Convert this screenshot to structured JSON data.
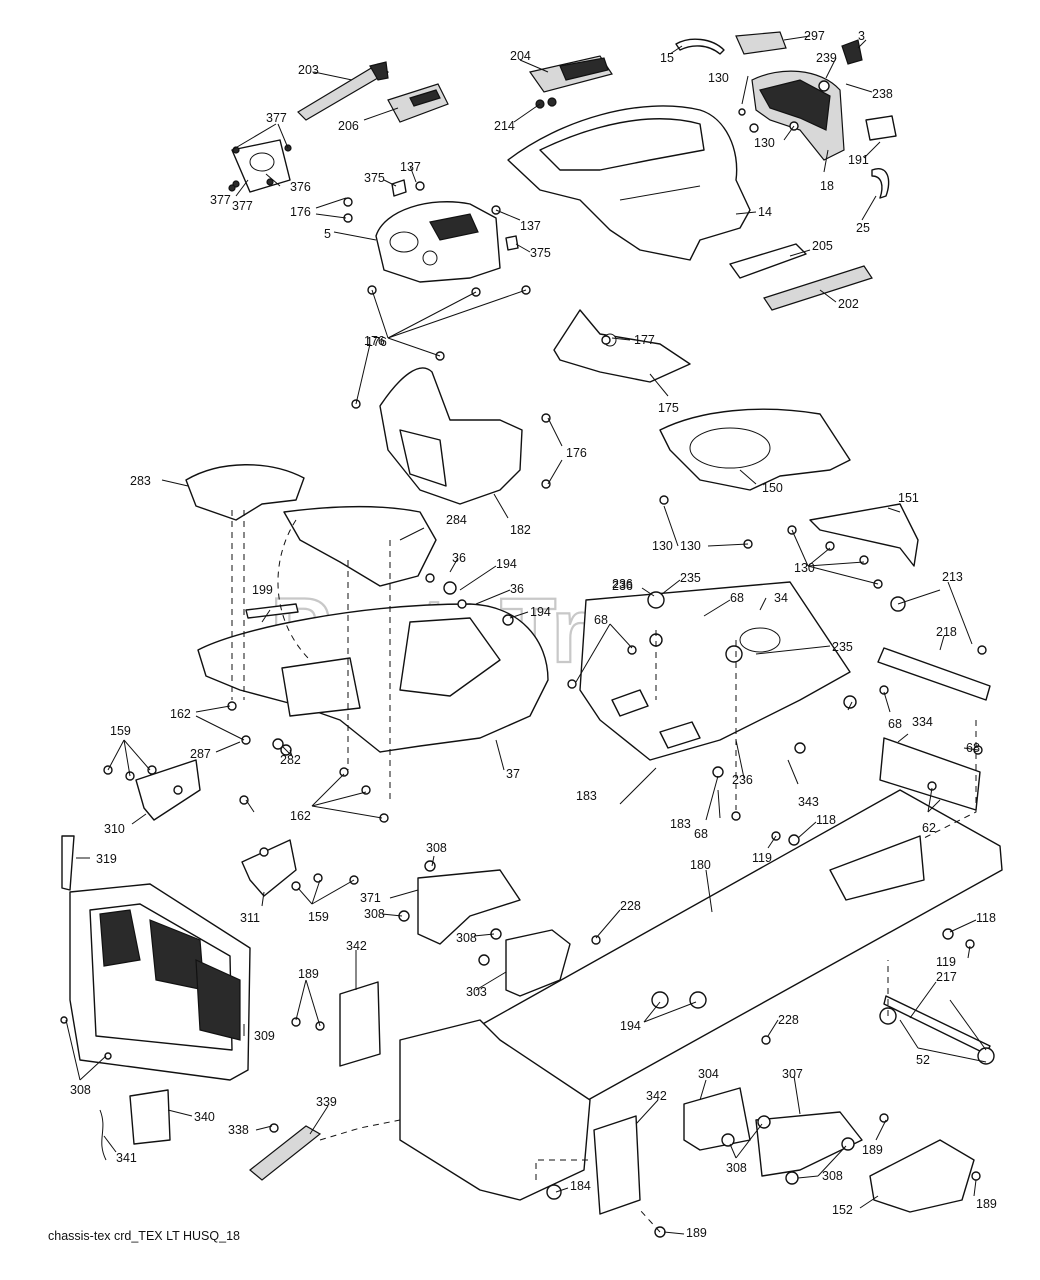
{
  "watermark": {
    "text": "PartsTree",
    "trademark": "TM"
  },
  "caption": "chassis-tex crd_TEX LT HUSQ_18",
  "callouts": [
    "203",
    "206",
    "377",
    "377",
    "376",
    "377",
    "204",
    "214",
    "15",
    "297",
    "3",
    "239",
    "130",
    "236",
    "130",
    "191",
    "18",
    "25",
    "238",
    "137",
    "375",
    "176",
    "176",
    "137",
    "375",
    "5",
    "14",
    "205",
    "202",
    "176",
    "177",
    "175",
    "176",
    "182",
    "150",
    "130",
    "130",
    "151",
    "130",
    "283",
    "284",
    "36",
    "194",
    "36",
    "194",
    "199",
    "236",
    "235",
    "68",
    "34",
    "235",
    "213",
    "218",
    "68",
    "162",
    "287",
    "282",
    "159",
    "310",
    "37",
    "68",
    "183",
    "68",
    "236",
    "343",
    "334",
    "68",
    "62",
    "183",
    "319",
    "162",
    "308",
    "118",
    "119",
    "180",
    "371",
    "311",
    "159",
    "308",
    "228",
    "308",
    "342",
    "303",
    "118",
    "119",
    "189",
    "217",
    "309",
    "194",
    "228",
    "52",
    "308",
    "340",
    "341",
    "338",
    "339",
    "304",
    "307",
    "342",
    "308",
    "308",
    "189",
    "184",
    "152",
    "189",
    "189"
  ]
}
